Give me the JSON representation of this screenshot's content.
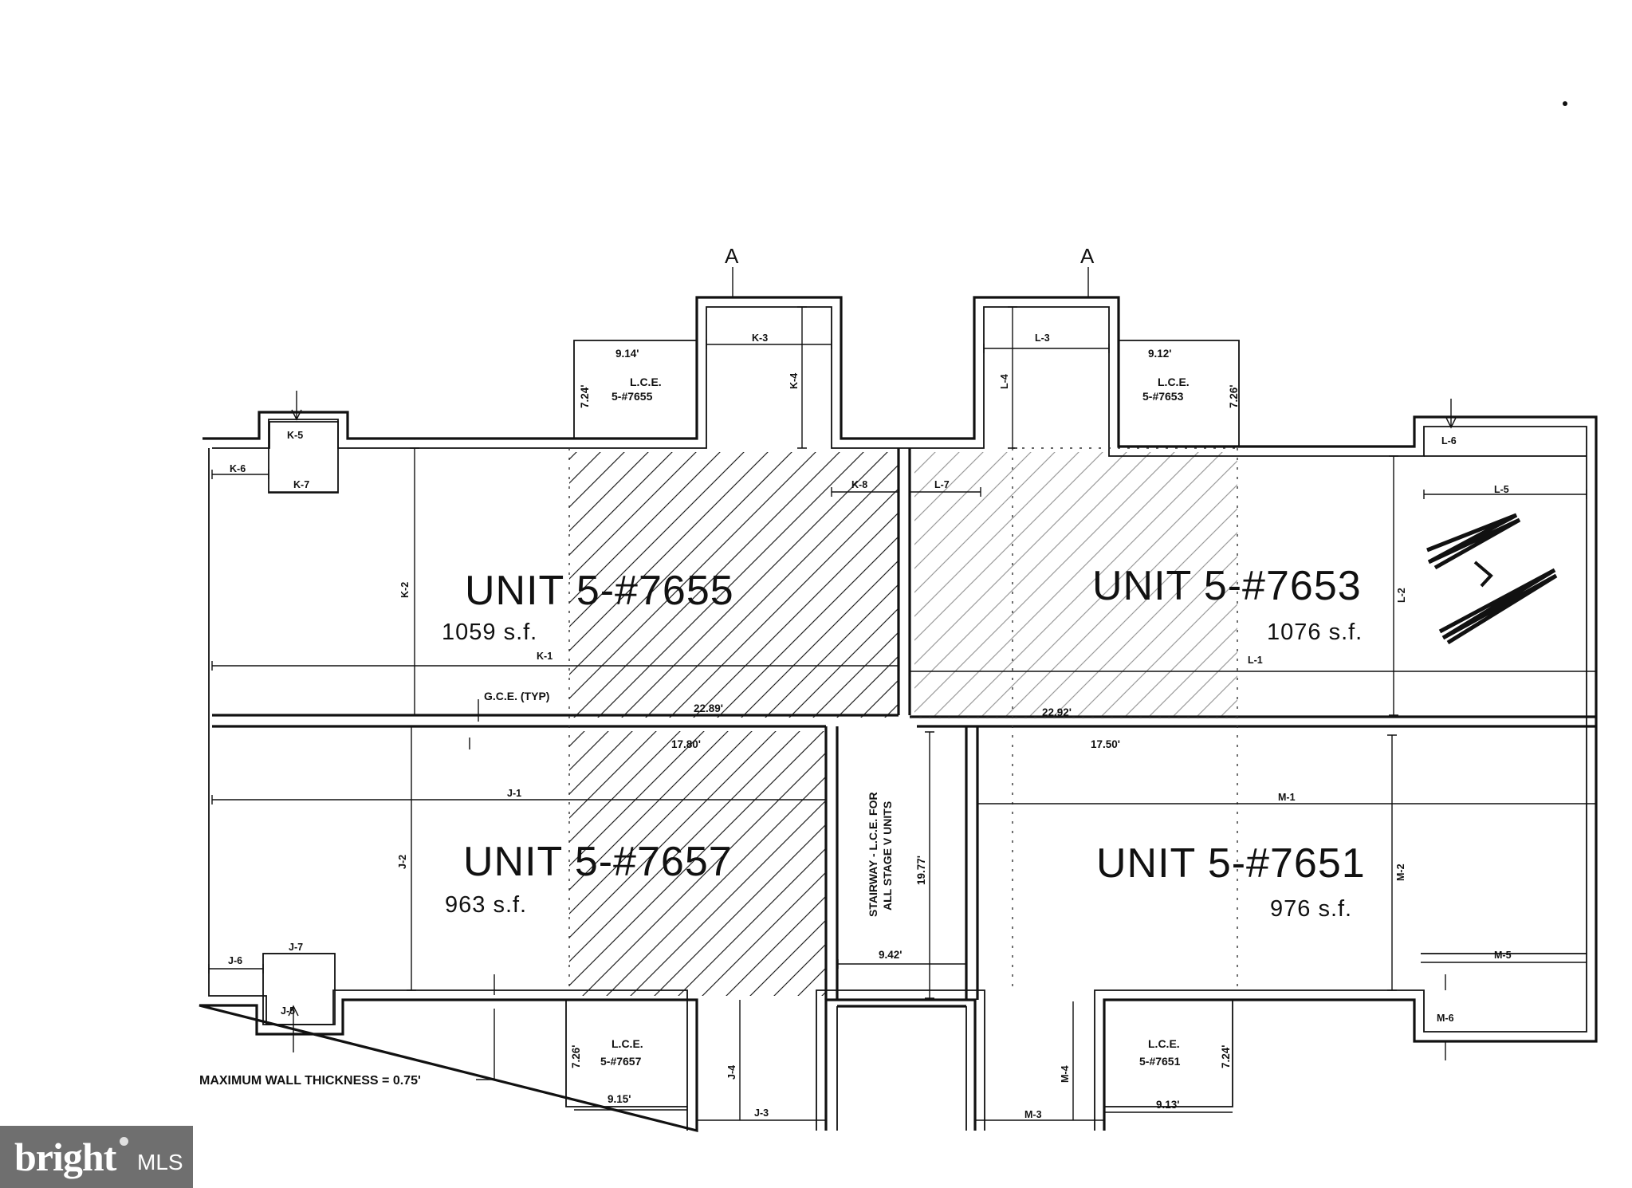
{
  "units": [
    {
      "name": "UNIT 5-#7655",
      "area": "1059 s.f."
    },
    {
      "name": "UNIT 5-#7653",
      "area": "1076 s.f."
    },
    {
      "name": "UNIT 5-#7657",
      "area": "963 s.f."
    },
    {
      "name": "UNIT 5-#7651",
      "area": "976 s.f."
    }
  ],
  "section_marks": [
    "A",
    "A"
  ],
  "labels": {
    "k1": "K-1",
    "k2": "K-2",
    "k3": "K-3",
    "k4": "K-4",
    "k5": "K-5",
    "k6": "K-6",
    "k7": "K-7",
    "k8": "K-8",
    "l1": "L-1",
    "l2": "L-2",
    "l3": "L-3",
    "l4": "L-4",
    "l5": "L-5",
    "l6": "L-6",
    "l7": "L-7",
    "j1": "J-1",
    "j2": "J-2",
    "j3": "J-3",
    "j4": "J-4",
    "j5": "J-5",
    "j6": "J-6",
    "j7": "J-7",
    "m1": "M-1",
    "m2": "M-2",
    "m3": "M-3",
    "m4": "M-4",
    "m5": "M-5",
    "m6": "M-6"
  },
  "dimensions": {
    "d_914": "9.14'",
    "d_724_a": "7.24'",
    "d_912": "9.12'",
    "d_726_a": "7.26'",
    "d_2289": "22.89'",
    "d_2292": "22.92'",
    "d_1780": "17.80'",
    "d_1750": "17.50'",
    "d_1977": "19.77'",
    "d_942": "9.42'",
    "d_726_b": "7.26'",
    "d_915": "9.15'",
    "d_724_b": "7.24'",
    "d_913": "9.13'"
  },
  "lce": {
    "lce_label": "L.C.E.",
    "u7655": "5-#7655",
    "u7653": "5-#7653",
    "u7657": "5-#7657",
    "u7651": "5-#7651"
  },
  "notes": {
    "gce": "G.C.E. (TYP)",
    "stair_line1": "STAIRWAY - L.C.E. FOR",
    "stair_line2": "ALL STAGE V UNITS",
    "wall": "MAXIMUM WALL THICKNESS = 0.75'"
  },
  "watermark": {
    "brand": "bright",
    "suffix": "MLS"
  }
}
